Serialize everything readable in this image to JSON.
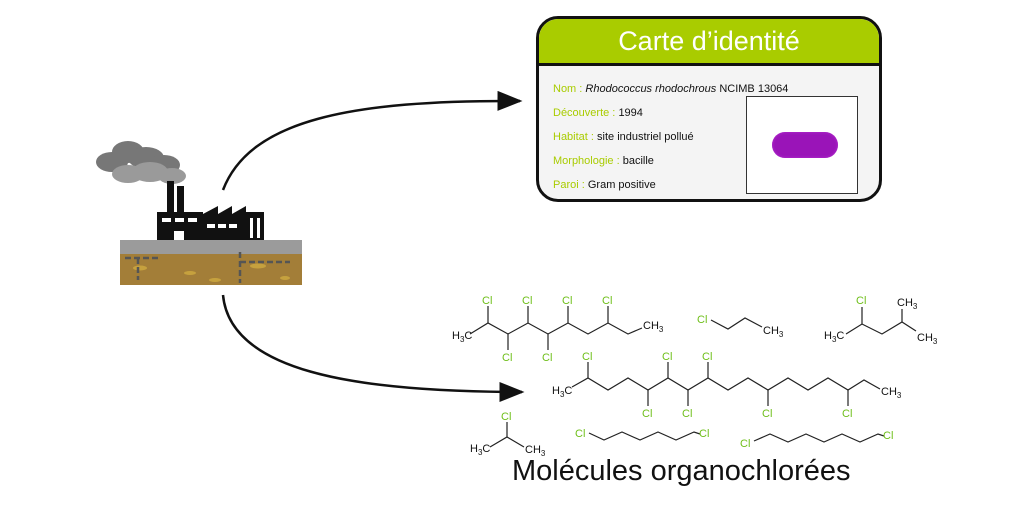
{
  "card": {
    "title": "Carte d’identité",
    "fields": [
      {
        "label": "Nom :",
        "value_sci": "Rhodococcus rhodochrous",
        "value": "NCIMB 13064"
      },
      {
        "label": "Découverte :",
        "value": "1994"
      },
      {
        "label": "Habitat :",
        "value": "site industriel pollué"
      },
      {
        "label": "Morphologie :",
        "value": "bacille"
      },
      {
        "label": "Paroi :",
        "value": "Gram positive"
      }
    ]
  },
  "molecules": {
    "title": "Molécules organochlorées",
    "chlorine": "Cl",
    "methyl": "CH",
    "methyl_sub": "3",
    "methyl_left": "H",
    "methyl_left_sub": "3",
    "methyl_left_c": "C"
  },
  "colors": {
    "accent": "#a9cc00",
    "chlorine": "#6fbf1a",
    "bacillus": "#9a14b8"
  },
  "icons": [
    "factory-icon",
    "smoke-icon",
    "bacillus-icon"
  ]
}
